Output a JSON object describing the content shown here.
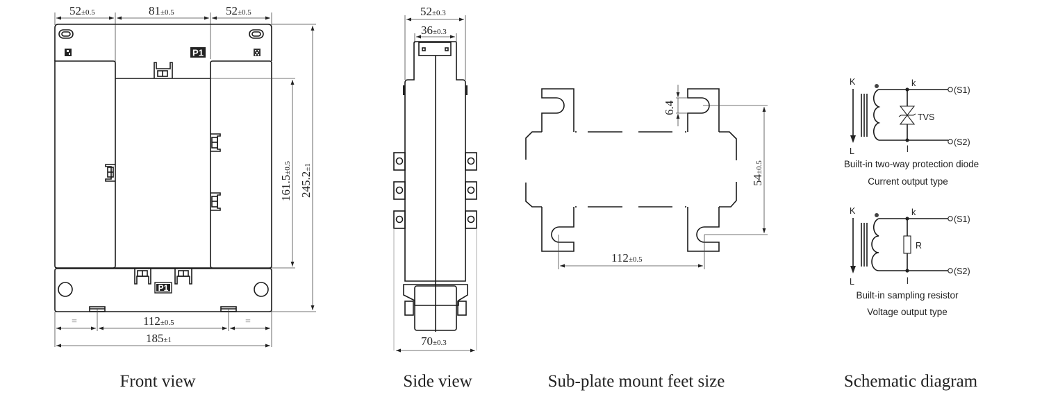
{
  "captions": {
    "front": "Front view",
    "side": "Side view",
    "feet": "Sub-plate mount feet size",
    "schematic": "Schematic diagram"
  },
  "front_view": {
    "dims": {
      "left_width": {
        "value": "52",
        "tol": "±0.5"
      },
      "center_width": {
        "value": "81",
        "tol": "±0.5"
      },
      "right_width": {
        "value": "52",
        "tol": "±0.5"
      },
      "window_height": {
        "value": "161.5",
        "tol": "±0.5"
      },
      "total_height": {
        "value": "245.2",
        "tol": "±1"
      },
      "mount_spacing": {
        "value": "112",
        "tol": "±0.5"
      },
      "total_width": {
        "value": "185",
        "tol": "±1"
      },
      "equal_mark": "="
    },
    "marks": {
      "terminal_top": "P1",
      "terminal_bottom": "P1"
    }
  },
  "side_view": {
    "dims": {
      "outer_width": {
        "value": "52",
        "tol": "±0.3"
      },
      "inner_width": {
        "value": "36",
        "tol": "±0.3"
      },
      "base_width": {
        "value": "70",
        "tol": "±0.3"
      }
    }
  },
  "feet_view": {
    "dims": {
      "slot_width": {
        "value": "6.4",
        "tol": ""
      },
      "vertical_spacing": {
        "value": "54",
        "tol": "±0.5"
      },
      "horizontal_spacing": {
        "value": "112",
        "tol": "±0.5"
      }
    }
  },
  "schematic": {
    "current_type": {
      "primary_top": "K",
      "primary_bottom": "L",
      "secondary_top": "k",
      "secondary_bottom": "l",
      "out1": "(S1)",
      "out2": "(S2)",
      "component": "TVS",
      "caption_line1": "Built-in two-way protection diode",
      "caption_line2": "Current output type"
    },
    "voltage_type": {
      "primary_top": "K",
      "primary_bottom": "L",
      "secondary_top": "k",
      "secondary_bottom": "l",
      "out1": "(S1)",
      "out2": "(S2)",
      "component": "R",
      "caption_line1": "Built-in sampling resistor",
      "caption_line2": "Voltage output type"
    }
  }
}
